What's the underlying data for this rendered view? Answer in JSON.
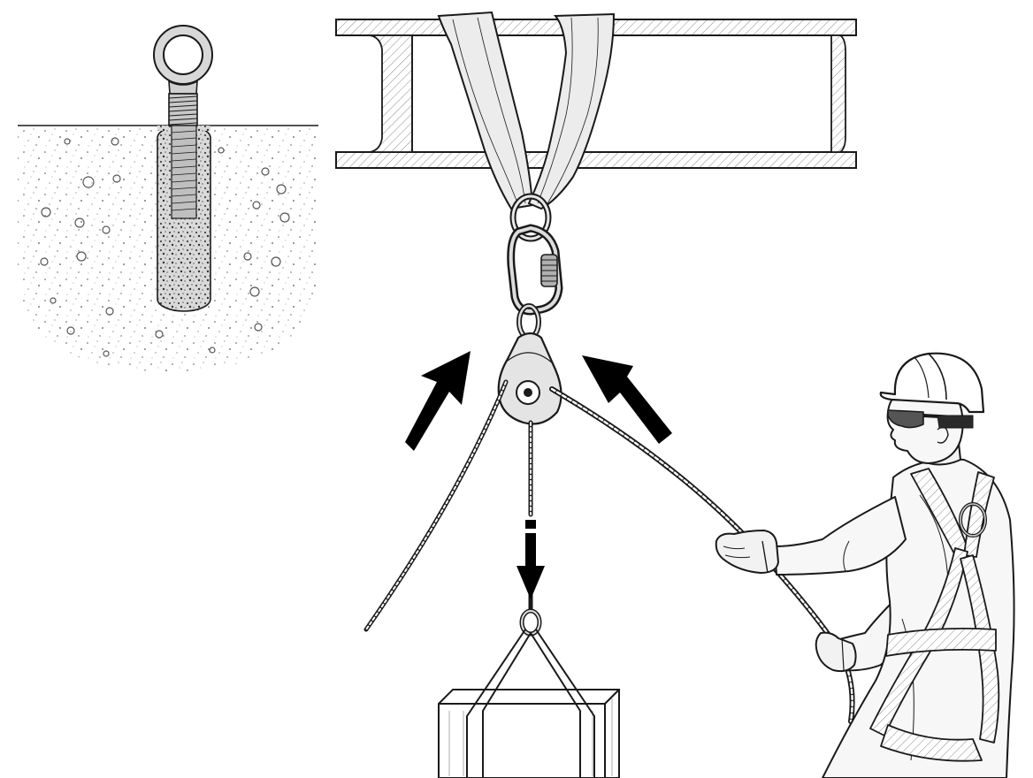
{
  "colors": {
    "line": "#1a1a1a",
    "sling": "#ededed",
    "steel": "#e0e0e0",
    "concrete": "#f1f1f1",
    "grout": "#b8b8b8",
    "arrow": "#000000",
    "skin": "#f7f7f7",
    "background": "#ffffff"
  },
  "icons": {
    "anchor_inset": "eye-bolt-in-concrete",
    "beam": "i-beam-cross-section",
    "sling": "webbing-sling",
    "carabiner": "screw-gate-carabiner",
    "pulley": "single-sheave-pulley",
    "load": "box-load",
    "worker": "worker-with-hardhat-harness-gloves",
    "force_arrows": [
      "arrow-up-right",
      "arrow-up-left",
      "arrow-down"
    ]
  }
}
